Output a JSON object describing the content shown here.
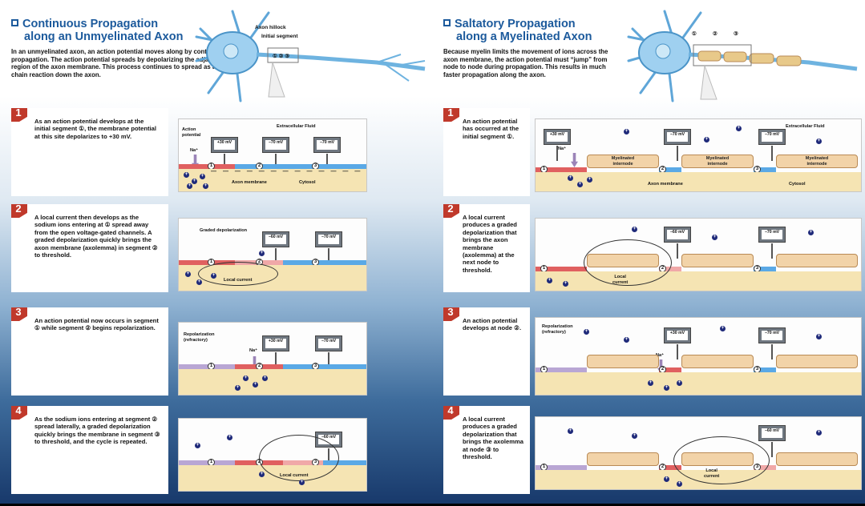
{
  "left": {
    "title1": "Continuous Propagation",
    "title2": "along an Unmyelinated Axon",
    "intro": "In an unmyelinated axon, an action potential moves along by continuous propagation. The action potential spreads by depolarizing the adjacent region of the axon membrane. This process continues to spread as a chain reaction down the axon.",
    "neuron_labels": {
      "hillock": "Axon hillock",
      "segment": "Initial segment"
    },
    "steps": [
      {
        "num": "1",
        "text": "As an action potential develops at the initial segment ①, the membrane potential at this site depolarizes to +30 mV."
      },
      {
        "num": "2",
        "text": "A local current then develops as the sodium ions entering at ① spread away from the open voltage-gated channels. A graded depolarization quickly brings the axon membrane (axolemma) in segment ② to threshold."
      },
      {
        "num": "3",
        "text": "An action potential now occurs in segment ① while segment ② begins repolarization."
      },
      {
        "num": "4",
        "text": "As the sodium ions entering at segment ② spread laterally, a graded depolarization quickly brings the membrane in segment ③ to threshold, and the cycle is repeated."
      }
    ],
    "panels": {
      "p1": {
        "ap": "Action potential",
        "na": "Na⁺",
        "ecf": "Extracellular Fluid",
        "mem": "Axon membrane",
        "cyt": "Cytosol",
        "m1": "+30 mV",
        "m2": "−70 mV",
        "m3": "−70 mV"
      },
      "p2": {
        "graded": "Graded depolarization",
        "lc": "Local current",
        "m1": "−60 mV",
        "m2": "−70 mV"
      },
      "p3": {
        "rep": "Repolarization (refractory)",
        "na": "Na⁺",
        "m1": "+30 mV",
        "m2": "−70 mV"
      },
      "p4": {
        "lc": "Local current",
        "m1": "−60 mV"
      }
    }
  },
  "right": {
    "title1": "Saltatory Propagation",
    "title2": "along a Myelinated Axon",
    "intro": "Because myelin limits the movement of ions across the axon membrane, the action potential must “jump” from node to node during propagation. This results in much faster propagation along the axon.",
    "steps": [
      {
        "num": "1",
        "text": "An action potential has occurred at the initial segment ①."
      },
      {
        "num": "2",
        "text": "A local current produces a graded depolarization that brings the axon membrane (axolemma) at the next node to threshold."
      },
      {
        "num": "3",
        "text": "An action potential develops at node ②."
      },
      {
        "num": "4",
        "text": "A local current produces a graded depolarization that brings the axolemma at node ③ to threshold."
      }
    ],
    "panels": {
      "p1": {
        "na": "Na⁺",
        "ecf": "Extracellular Fluid",
        "myl": "Myelinated",
        "intn": "internode",
        "mem": "Axon membrane",
        "cyt": "Cytosol",
        "m1": "+30 mV",
        "m2": "−70 mV",
        "m3": "−70 mV"
      },
      "p2": {
        "lc1": "Local",
        "lc2": "current",
        "m1": "−60 mV",
        "m2": "−70 mV"
      },
      "p3": {
        "rep": "Repolarization (refractory)",
        "na": "Na⁺",
        "m1": "+30 mV",
        "m2": "−70 mV"
      },
      "p4": {
        "lc1": "Local",
        "lc2": "current",
        "m1": "−60 mV"
      }
    }
  },
  "colors": {
    "depolarized": "#e06060",
    "resting": "#5aa9e6",
    "refractory": "#b9a6d4",
    "graded": "#f0a8a8",
    "cytosol": "#f5e4b3",
    "myelin": "#f2d3a8",
    "ion": "#1f2a7a"
  }
}
